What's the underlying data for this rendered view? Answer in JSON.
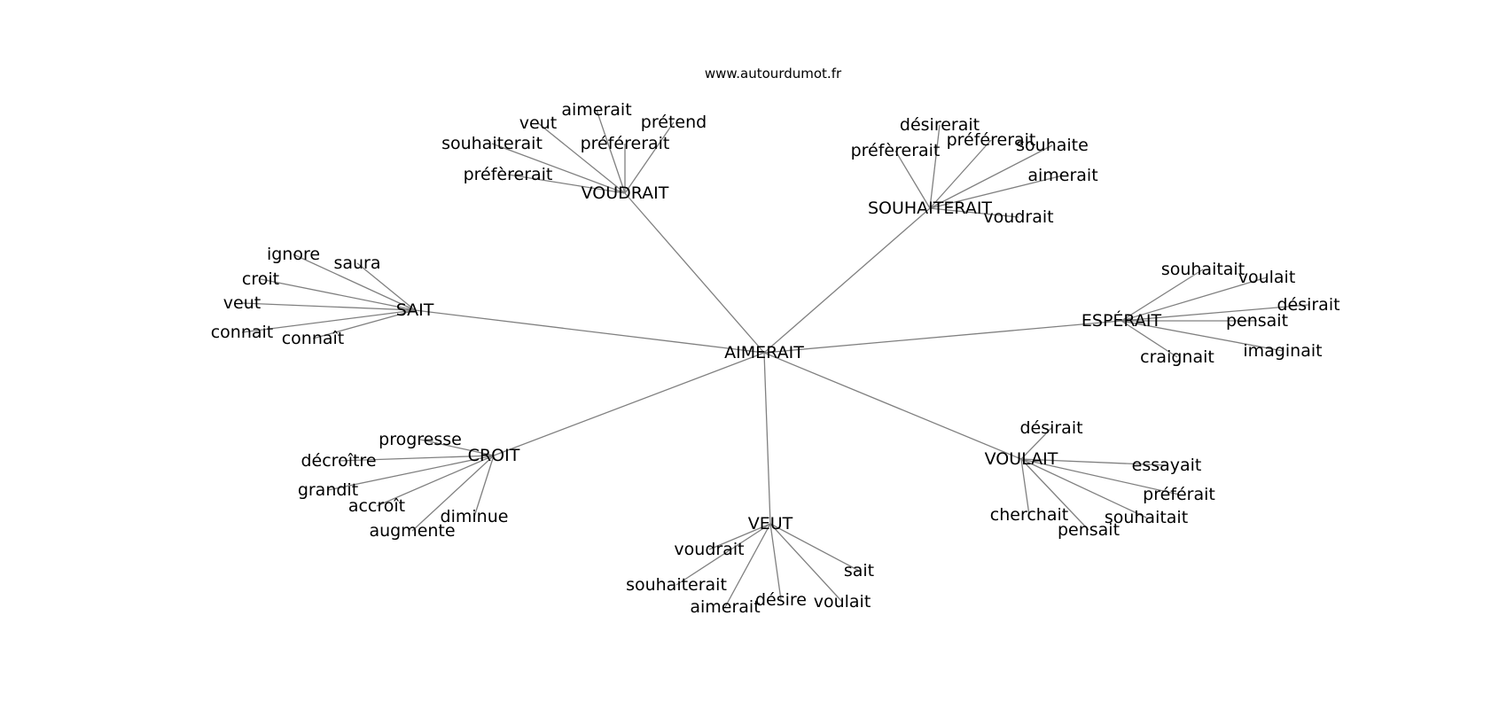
{
  "header": {
    "site": "www.autourdumot.fr"
  },
  "graph": {
    "center": "AIMERAIT",
    "clusters": [
      {
        "hub": "VOUDRAIT",
        "leaves": [
          "aimerait",
          "veut",
          "prétend",
          "souhaiterait",
          "préférerait",
          "préfèrerait"
        ]
      },
      {
        "hub": "SOUHAITERAIT",
        "leaves": [
          "désirerait",
          "préférerait",
          "préfèrerait",
          "souhaite",
          "aimerait",
          "voudrait"
        ]
      },
      {
        "hub": "SAIT",
        "leaves": [
          "ignore",
          "saura",
          "croit",
          "veut",
          "connait",
          "connaît"
        ]
      },
      {
        "hub": "ESPÉRAIT",
        "leaves": [
          "souhaitait",
          "voulait",
          "désirait",
          "pensait",
          "imaginait",
          "craignait"
        ]
      },
      {
        "hub": "CROIT",
        "leaves": [
          "progresse",
          "décroître",
          "grandit",
          "accroît",
          "diminue",
          "augmente"
        ]
      },
      {
        "hub": "VOULAIT",
        "leaves": [
          "désirait",
          "essayait",
          "préférait",
          "souhaitait",
          "cherchait",
          "pensait"
        ]
      },
      {
        "hub": "VEUT",
        "leaves": [
          "voudrait",
          "sait",
          "souhaiterait",
          "désire",
          "voulait",
          "aimerait"
        ]
      }
    ]
  }
}
